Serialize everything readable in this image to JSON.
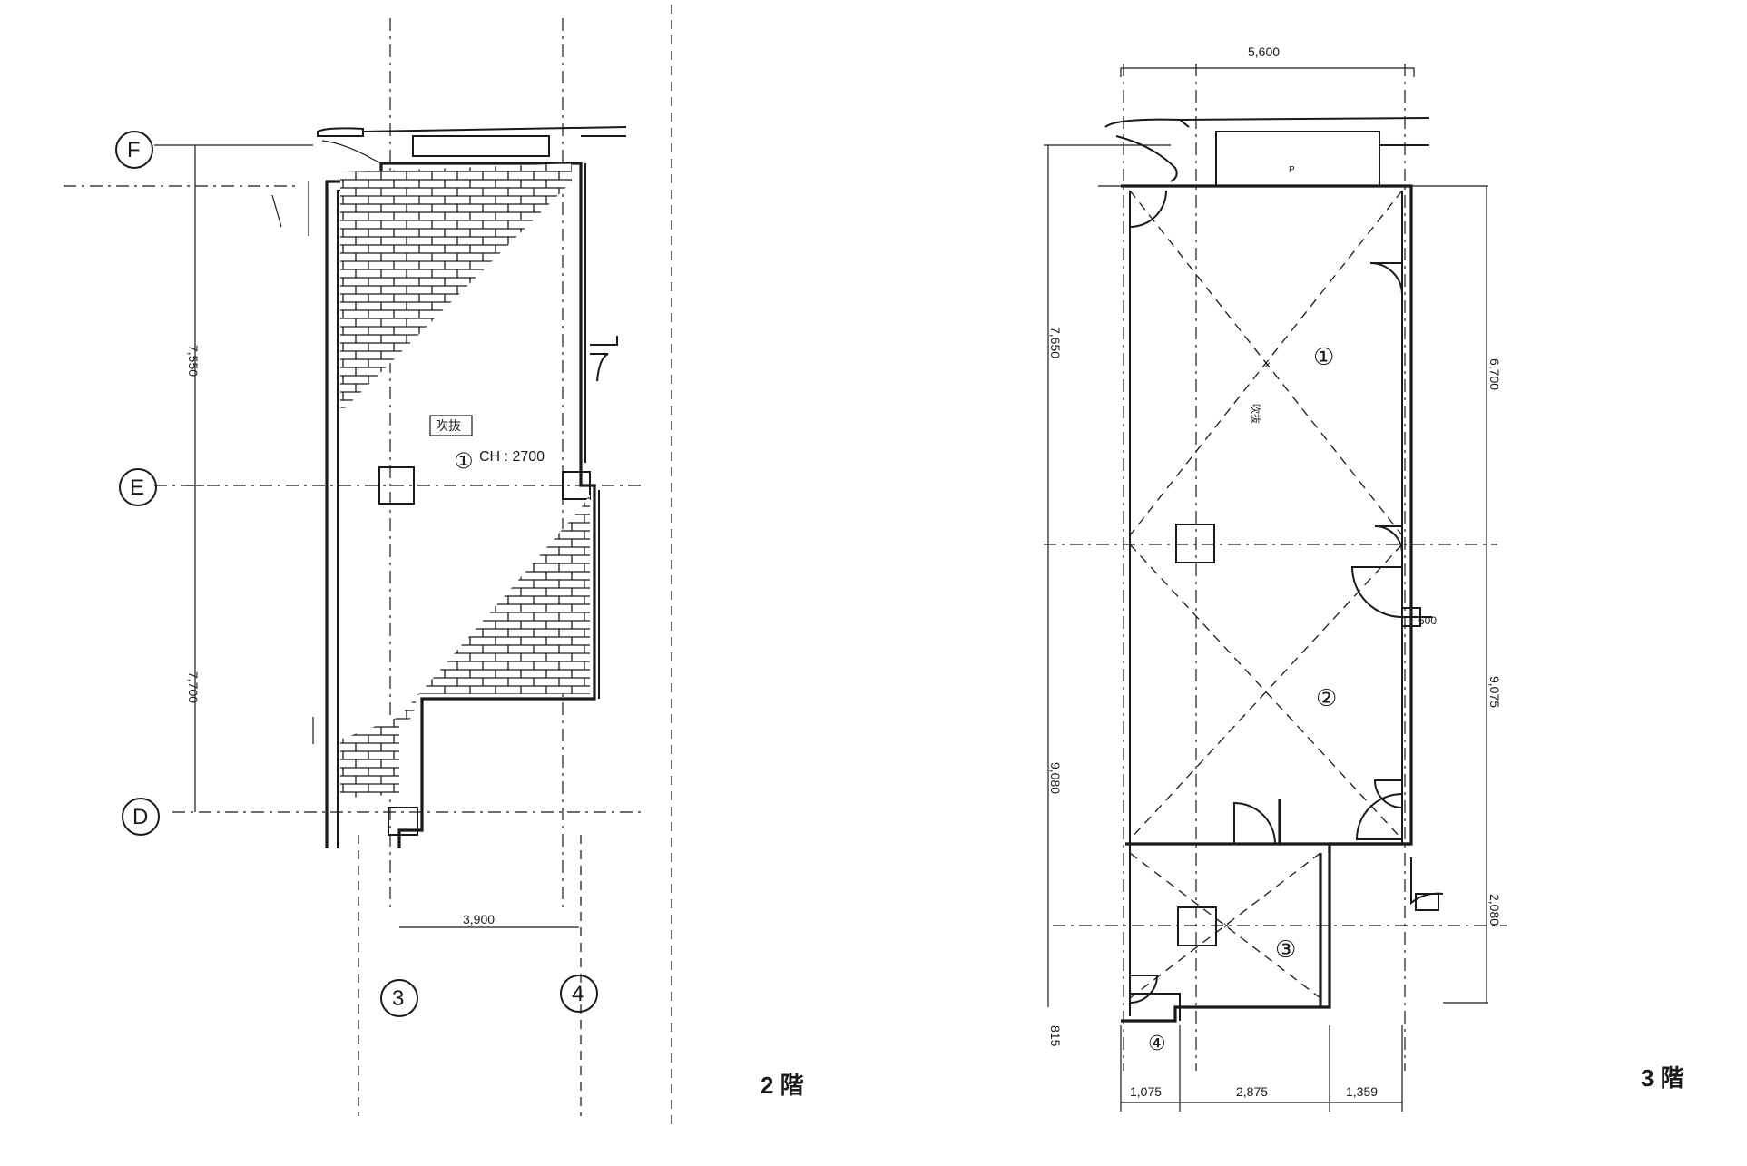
{
  "floor2": {
    "label": "2 階",
    "grid_rows": [
      "F",
      "E",
      "D"
    ],
    "grid_cols": [
      "3",
      "4"
    ],
    "dims": {
      "upper": "7,550",
      "lower": "7,700",
      "width": "3,900"
    },
    "room_no": "①",
    "room_note": "CH : 2700",
    "stamp_text": "吹抜"
  },
  "floor3": {
    "label": "3 階",
    "dims": {
      "top": "5,600",
      "left_total": "7,650",
      "left_lower": "9,080",
      "right_upper": "6,700",
      "right_mid": "9,075",
      "right_lower": "2,080",
      "small_600": "600",
      "bottom_left": "815",
      "bottom_a": "1,075",
      "bottom_b": "2,875",
      "bottom_c": "1,359"
    },
    "rooms": [
      "①",
      "②",
      "③",
      "④"
    ],
    "tiny_p": "P",
    "room_tag": "吹抜"
  }
}
